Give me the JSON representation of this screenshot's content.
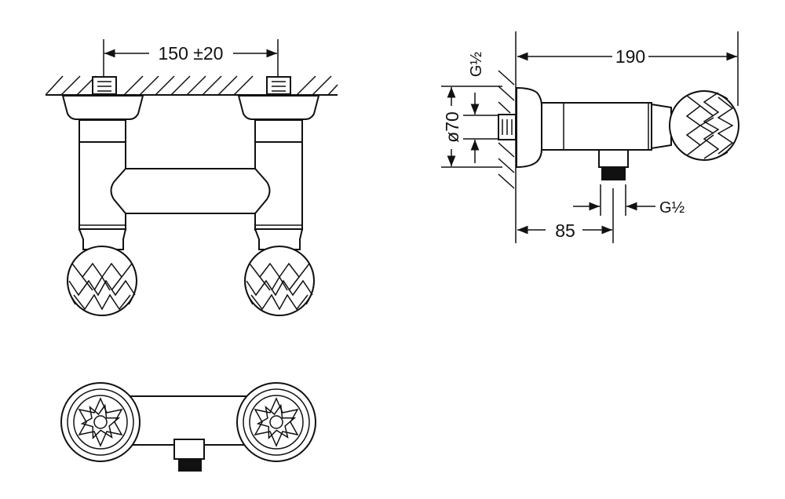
{
  "drawing": {
    "front_view": {
      "spacing_dimension": "150 ±20"
    },
    "side_view": {
      "projection_dimension": "190",
      "escutcheon_diameter": "ø70",
      "inlet_thread": "G½",
      "outlet_thread": "G½",
      "outlet_offset_dimension": "85"
    }
  },
  "colors": {
    "line": "#111111",
    "background": "#ffffff"
  }
}
